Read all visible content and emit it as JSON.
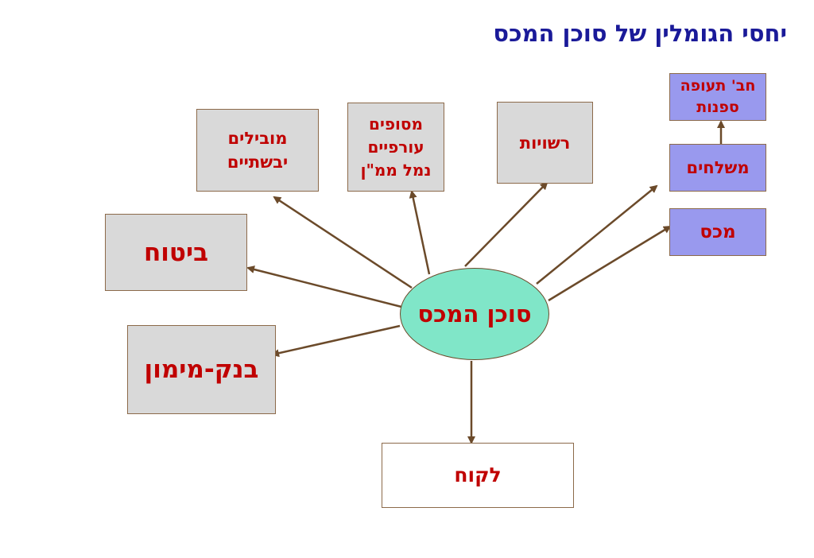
{
  "title": "יחסי הגומלין של סוכן המכס",
  "center": "סוכן המכס",
  "nodes": {
    "land_carriers": "מובילים\nיבשתיים",
    "back_terminals": "מסופים\nעורפיים\nנמל ממ\"ן",
    "authorities": "רשויות",
    "airline_shipping": "חב' תעופה\nספנות",
    "forwarders": "משלחים",
    "customs": "מכס",
    "insurance": "ביטוח",
    "bank_finance": "בנק-מימון",
    "client": "לקוח"
  },
  "colors": {
    "title": "#1a1a99",
    "node_text": "#c00000",
    "gray_box": "#d9d9d9",
    "purple_box": "#9999ee",
    "ellipse": "#80e6c8",
    "arrow": "#6b4a2a"
  }
}
